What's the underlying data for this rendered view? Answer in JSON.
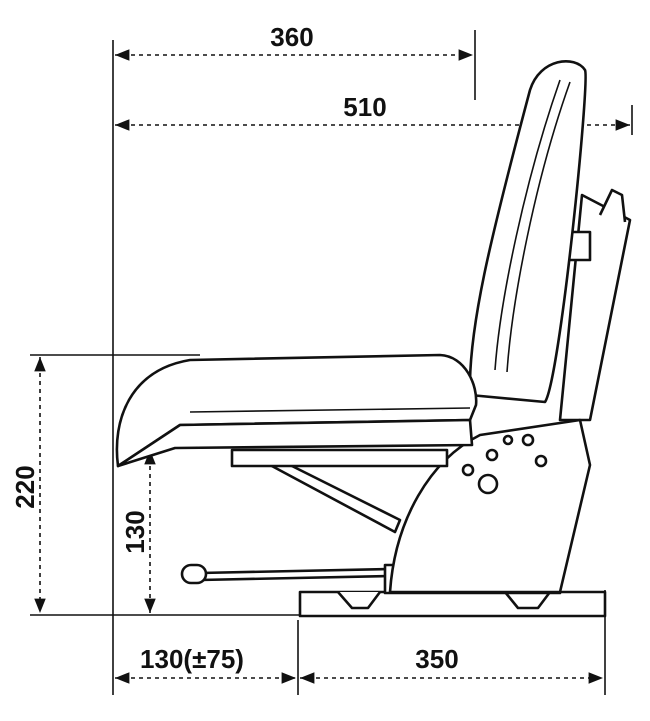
{
  "drawing": {
    "dimensions": {
      "top_depth": "360",
      "overall_depth": "510",
      "total_height": "220",
      "seat_height": "130",
      "front_offset": "130(±75)",
      "base_length": "350"
    },
    "line_color": "#111111",
    "background_color": "#ffffff"
  }
}
